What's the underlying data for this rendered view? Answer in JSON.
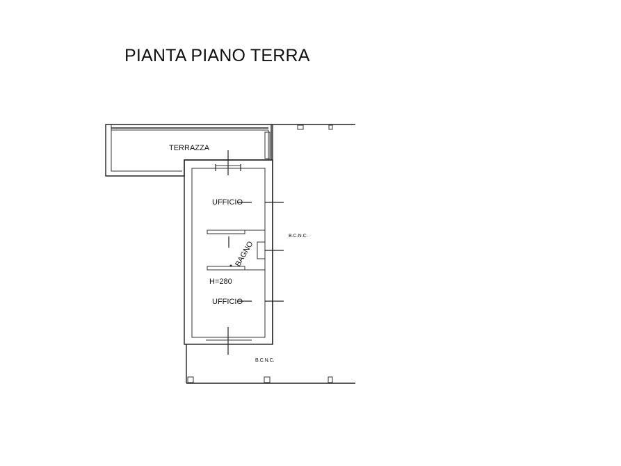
{
  "title": "PIANTA PIANO TERRA",
  "rooms": {
    "terrace": "TERRAZZA",
    "office_top": "UFFICIO",
    "bathroom": "BAGNO",
    "height": "H=280",
    "office_bottom": "UFFICIO"
  },
  "annotations": {
    "bcnc_right": "B.C.N.C.",
    "bcnc_bottom": "B.C.N.C."
  }
}
